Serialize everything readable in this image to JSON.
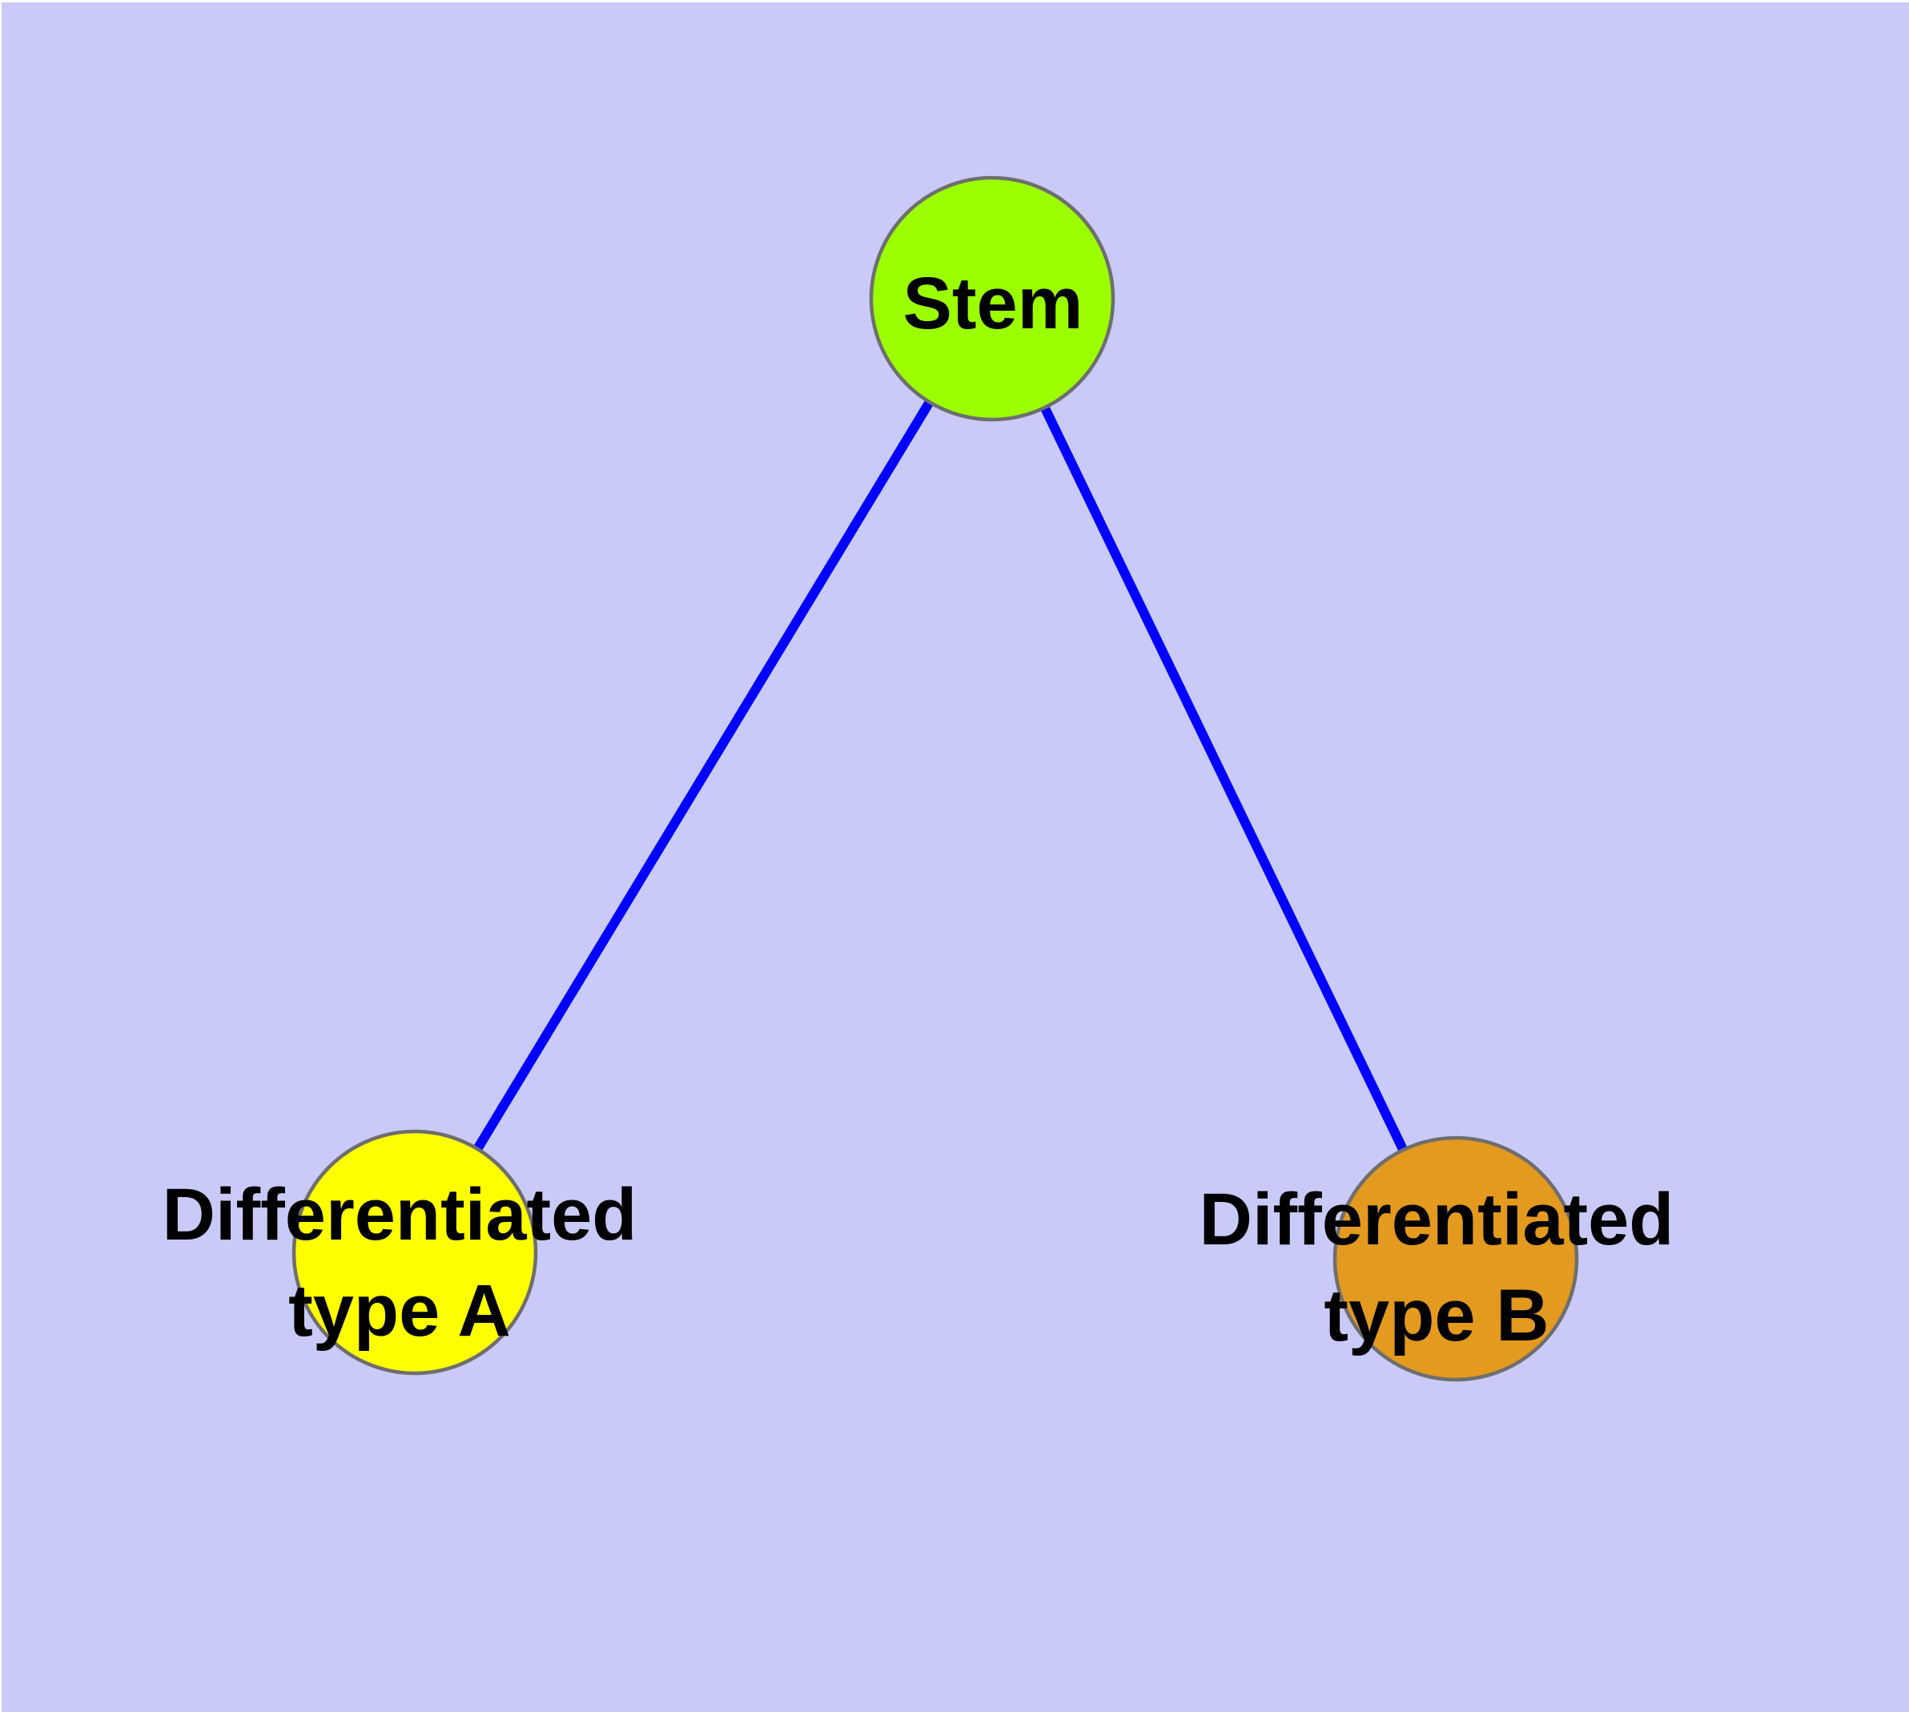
{
  "diagram": {
    "type": "node-link-graph",
    "background_color": "#cacaf8",
    "page_margin_color": "#ffffff",
    "edge_color": "#0000ff",
    "node_border_color": "#6e6e6e",
    "text_color": "#000000",
    "nodes": [
      {
        "id": "stem",
        "label": "Stem",
        "color": "#9bff00"
      },
      {
        "id": "differentiated-type-a",
        "label": "Differentiated\ntype A",
        "color": "#ffff00"
      },
      {
        "id": "differentiated-type-b",
        "label": "Differentiated\ntype B",
        "color": "#e39a1e"
      }
    ],
    "edges": [
      {
        "from": "stem",
        "to": "differentiated-type-a"
      },
      {
        "from": "stem",
        "to": "differentiated-type-b"
      }
    ]
  }
}
